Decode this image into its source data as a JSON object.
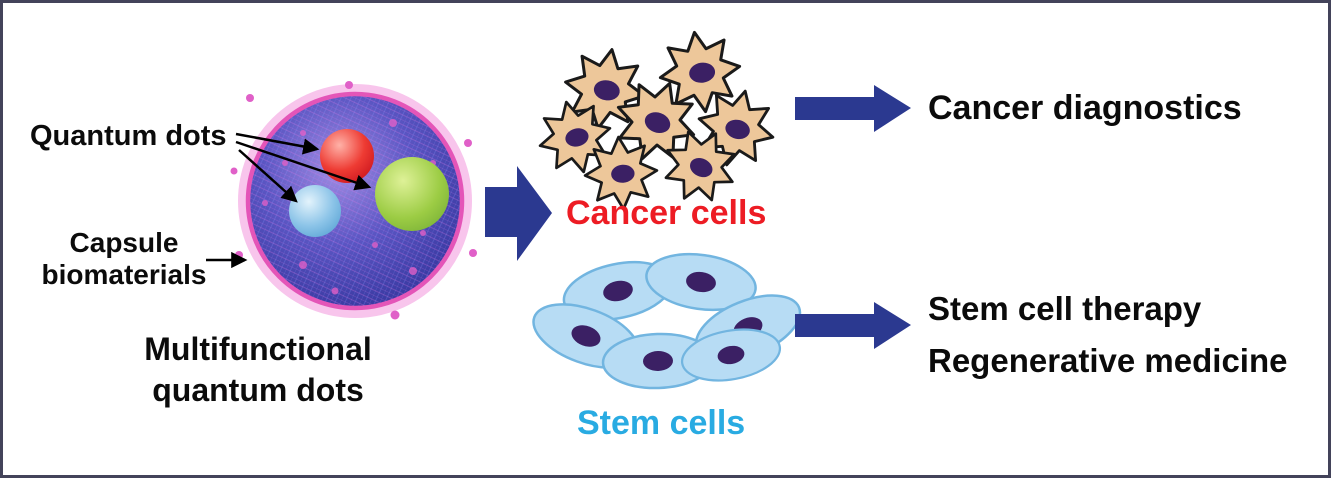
{
  "labels": {
    "quantum_dots": "Quantum dots",
    "capsule_line1": "Capsule",
    "capsule_line2": "biomaterials",
    "multifunctional_line1": "Multifunctional",
    "multifunctional_line2": "quantum dots",
    "cancer_cells": "Cancer cells",
    "stem_cells": "Stem cells",
    "cancer_diagnostics": "Cancer diagnostics",
    "stem_cell_therapy": "Stem cell therapy",
    "regenerative_medicine": "Regenerative medicine"
  },
  "colors": {
    "block_arrow": "#2b3990",
    "cancer_label": "#ed1c24",
    "stem_label": "#29abe2",
    "text": "#0b0b0b",
    "cancer_cell_fill": "#edc79a",
    "stem_cell_fill": "#b7dcf4",
    "nucleus": "#3b2064",
    "capsule_rim": "#e455b8",
    "quantum_dot_red": "#e8262c",
    "quantum_dot_green": "#8cc63e",
    "quantum_dot_blue": "#62aede"
  }
}
